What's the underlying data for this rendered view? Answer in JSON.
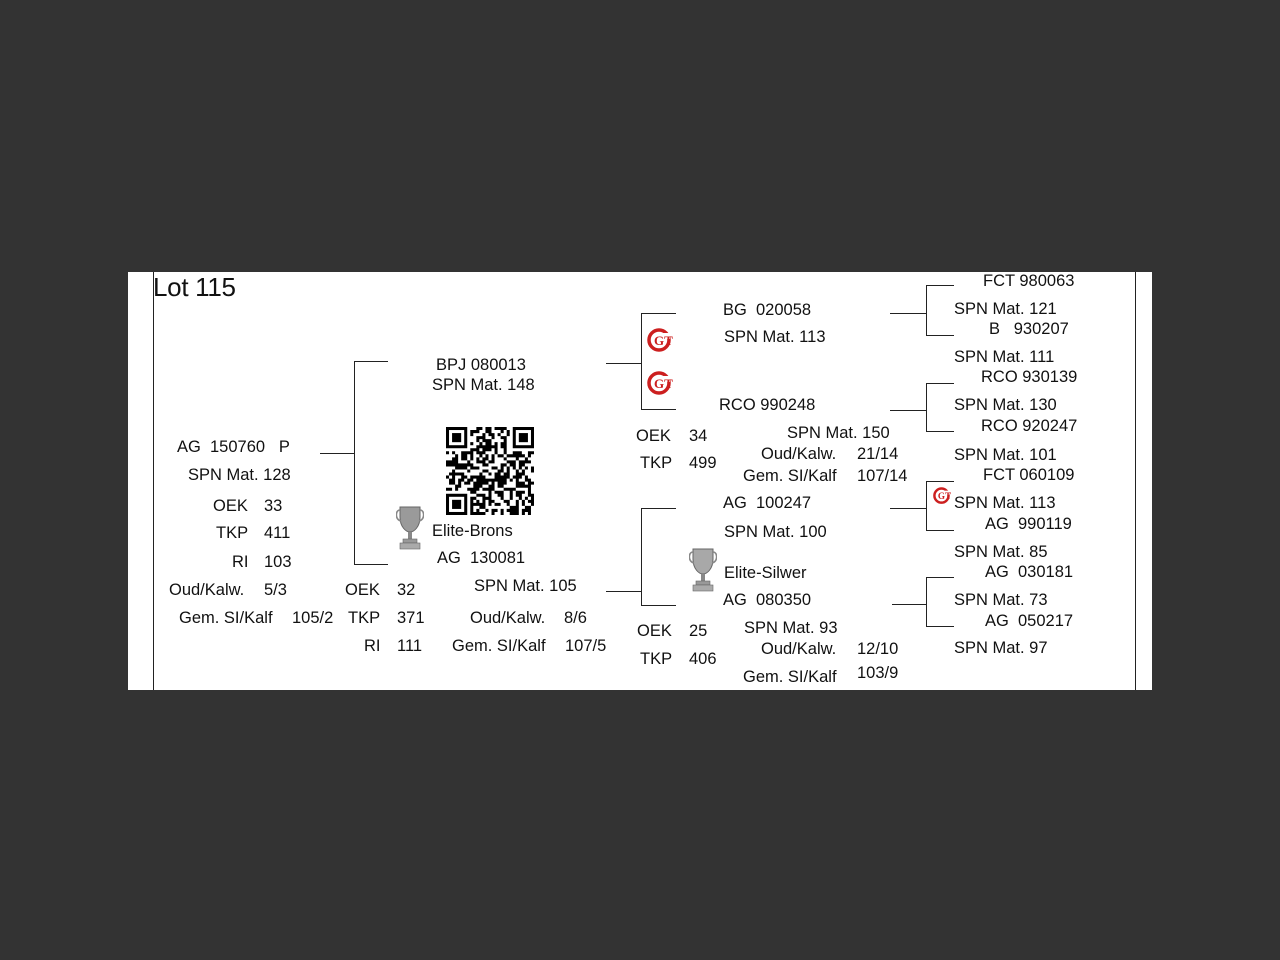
{
  "lot_title": "Lot 115",
  "animal": {
    "id": "AG  150760   P",
    "spn": "SPN Mat. 128",
    "oek_label": "OEK",
    "oek_value": "33",
    "tkp_label": "TKP",
    "tkp_value": "411",
    "ri_label": "RI",
    "ri_value": "103",
    "oud_label": "Oud/Kalw.",
    "oud_value": "5/3",
    "gem_label": "Gem. SI/Kalf",
    "gem_value": "105/2"
  },
  "sire": {
    "id": "BPJ 080013",
    "spn": "SPN Mat. 148",
    "award": "Elite-Brons"
  },
  "dam": {
    "id": "AG  130081",
    "spn": "SPN Mat. 105",
    "oek_label": "OEK",
    "oek_value": "32",
    "tkp_label": "TKP",
    "tkp_value": "371",
    "ri_label": "RI",
    "ri_value": "111",
    "oud_label": "Oud/Kalw.",
    "oud_value": "8/6",
    "gem_label": "Gem. SI/Kalf",
    "gem_value": "107/5"
  },
  "sire_sire": {
    "id": "BG  020058",
    "spn": "SPN Mat. 113"
  },
  "sire_dam": {
    "id": "RCO 990248",
    "spn": "SPN Mat. 150",
    "oek_label": "OEK",
    "oek_value": "34",
    "tkp_label": "TKP",
    "tkp_value": "499",
    "oud_label": "Oud/Kalw.",
    "oud_value": "21/14",
    "gem_label": "Gem. SI/Kalf",
    "gem_value": "107/14"
  },
  "dam_sire": {
    "id": "AG  100247",
    "spn": "SPN Mat. 100",
    "award": "Elite-Silwer"
  },
  "dam_dam": {
    "id": "AG  080350",
    "spn": "SPN Mat. 93",
    "oek_label": "OEK",
    "oek_value": "25",
    "tkp_label": "TKP",
    "tkp_value": "406",
    "oud_label": "Oud/Kalw.",
    "oud_value": "12/10",
    "gem_label": "Gem. SI/Kalf",
    "gem_value": "103/9"
  },
  "great_grandparents": {
    "sss": {
      "id": "FCT 980063",
      "spn": "SPN Mat. 121"
    },
    "ssd": {
      "id": "B   930207",
      "spn": "SPN Mat. 111"
    },
    "sds": {
      "id": "RCO 930139",
      "spn": "SPN Mat. 130"
    },
    "sdd": {
      "id": "RCO 920247",
      "spn": "SPN Mat. 101"
    },
    "dss": {
      "id": "FCT 060109",
      "spn": "SPN Mat. 113"
    },
    "dsd": {
      "id": "AG  990119",
      "spn": "SPN Mat. 85"
    },
    "dds": {
      "id": "AG  030181",
      "spn": "SPN Mat. 73"
    },
    "ddd": {
      "id": "AG  050217",
      "spn": "SPN Mat. 97"
    }
  },
  "logo_text": "GT",
  "colors": {
    "logo_red": "#cc1f1f",
    "background": "#333333",
    "sheet": "#ffffff"
  }
}
